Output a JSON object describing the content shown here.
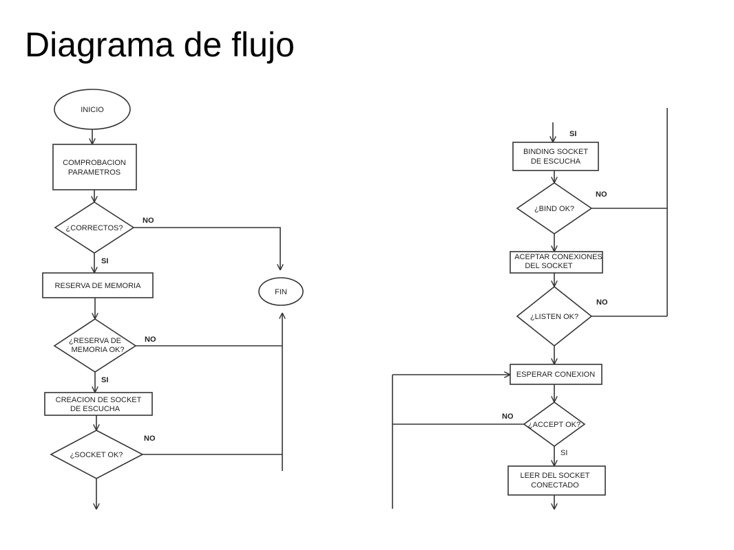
{
  "title": "Diagrama de flujo",
  "nodes": {
    "inicio": "INICIO",
    "comprobacion": [
      "COMPROBACION",
      "PARAMETROS"
    ],
    "correctos": "¿CORRECTOS?",
    "reserva": "RESERVA DE MEMORIA",
    "reserva_ok": [
      "¿RESERVA DE",
      "MEMORIA OK?"
    ],
    "creacion": [
      "CREACION DE SOCKET",
      "DE ESCUCHA"
    ],
    "socket_ok": "¿SOCKET OK?",
    "fin": "FIN",
    "binding": [
      "BINDING SOCKET",
      "DE ESCUCHA"
    ],
    "bind_ok": "¿BIND OK?",
    "aceptar": [
      "ACEPTAR CONEXIONES",
      "DEL SOCKET"
    ],
    "listen_ok": "¿LISTEN OK?",
    "esperar": "ESPERAR CONEXION",
    "accept_ok": "¿ACCEPT OK?",
    "leer": [
      "LEER DEL SOCKET",
      "CONECTADO"
    ]
  },
  "edge_labels": {
    "correctos_no": "NO",
    "correctos_si": "SI",
    "reserva_no": "NO",
    "reserva_si": "SI",
    "socket_no": "NO",
    "binding_in_si": "SI",
    "bind_no": "NO",
    "listen_no": "NO",
    "accept_no": "NO",
    "accept_si": "SI"
  }
}
